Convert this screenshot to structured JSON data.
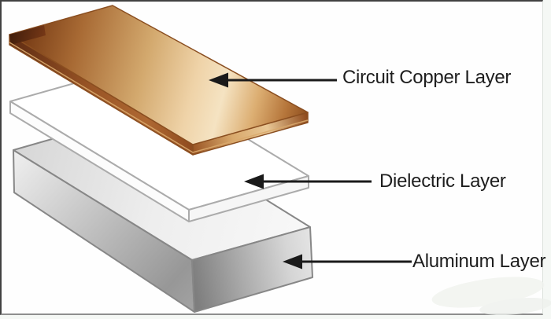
{
  "diagram": {
    "type": "layer-stack-exploded-view",
    "labels": [
      {
        "id": "copper",
        "text": "Circuit Copper Layer"
      },
      {
        "id": "dielectric",
        "text": "Dielectric Layer"
      },
      {
        "id": "aluminum",
        "text": "Aluminum Layer"
      }
    ],
    "colors": {
      "copper_dark": "#5e2b12",
      "copper_mid": "#a86a34",
      "copper_highlight": "#f5e3c2",
      "copper_outline": "#8a4e20",
      "dielectric_fill": "#ffffff",
      "dielectric_outline": "#ababab",
      "aluminum_light": "#f0f0f0",
      "aluminum_dark": "#8f8f8f",
      "aluminum_outline": "#878787",
      "arrow": "#1a1a1a",
      "frame_border": "#414141",
      "background": "#fefefe"
    }
  }
}
